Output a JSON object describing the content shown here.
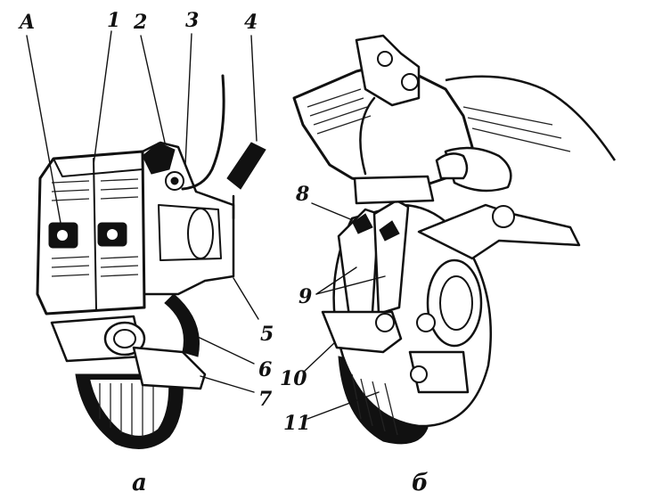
{
  "figure": {
    "view_a": {
      "caption": "а",
      "labels": {
        "A": "A",
        "n1": "1",
        "n2": "2",
        "n3": "3",
        "n4": "4",
        "n5": "5",
        "n6": "6",
        "n7": "7"
      }
    },
    "view_b": {
      "caption": "б",
      "labels": {
        "n8": "8",
        "n9": "9",
        "n10": "10",
        "n11": "11"
      }
    }
  },
  "colors": {
    "ink": "#111111",
    "paper": "#ffffff"
  }
}
